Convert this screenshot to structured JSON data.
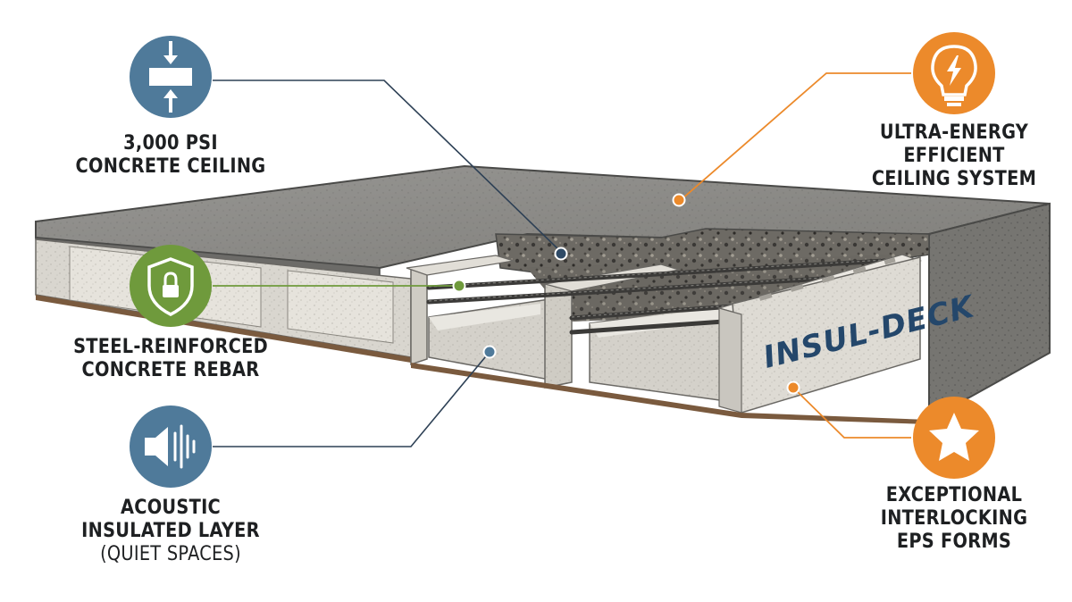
{
  "colors": {
    "blue": "#4f7a9a",
    "green": "#6f9a3c",
    "orange": "#ec8a2b",
    "brand_text": "#24476b",
    "concrete": "#8b8b88",
    "foam": "#dcdad4"
  },
  "brand": "INSUL-DECK",
  "callouts": [
    {
      "id": "concrete-ceiling",
      "icon": "compression-icon",
      "color": "blue",
      "lines": [
        "3,000 PSI",
        "CONCRETE CEILING"
      ]
    },
    {
      "id": "steel-rebar",
      "icon": "shield-lock-icon",
      "color": "green",
      "lines": [
        "STEEL-REINFORCED",
        "CONCRETE REBAR"
      ]
    },
    {
      "id": "acoustic-layer",
      "icon": "speaker-sound-icon",
      "color": "blue",
      "lines": [
        "ACOUSTIC",
        "INSULATED LAYER"
      ],
      "subline": "(QUIET SPACES)"
    },
    {
      "id": "energy-efficient",
      "icon": "lightbulb-bolt-icon",
      "color": "orange",
      "lines": [
        "ULTRA-ENERGY",
        "EFFICIENT",
        "CEILING SYSTEM"
      ]
    },
    {
      "id": "eps-forms",
      "icon": "star-icon",
      "color": "orange",
      "lines": [
        "EXCEPTIONAL",
        "INTERLOCKING",
        "EPS FORMS"
      ]
    }
  ]
}
